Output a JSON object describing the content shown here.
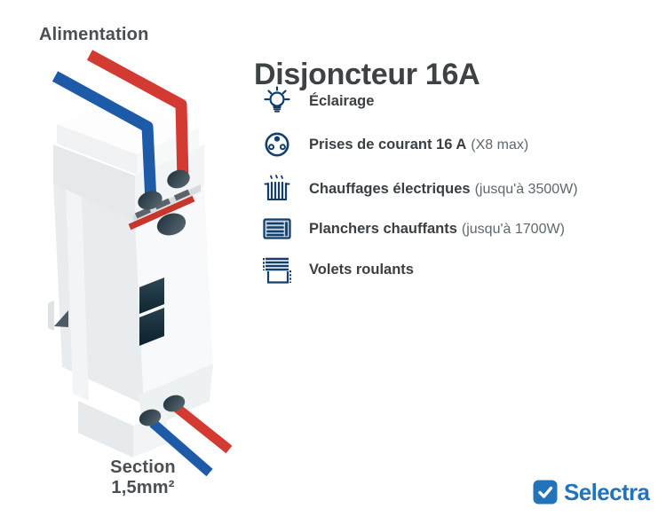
{
  "title": "Disjoncteur 16A",
  "diagram": {
    "top_label": "Alimentation",
    "bottom_label_line1": "Section",
    "bottom_label_line2": "1,5mm²",
    "subject": "isometric circuit breaker with supply wires",
    "wire_colors": {
      "phase_red": "#d33a32",
      "neutral_blue": "#1d5aa8"
    }
  },
  "list": {
    "items": [
      {
        "icon": "light-bulb-icon",
        "bold": "Éclairage",
        "note": ""
      },
      {
        "icon": "power-outlet-icon",
        "bold": "Prises de courant 16 A",
        "note": "(X8 max)"
      },
      {
        "icon": "radiator-icon",
        "bold": "Chauffages électriques",
        "note": "(jusqu'à 3500W)"
      },
      {
        "icon": "floor-heating-icon",
        "bold": "Planchers chauffants",
        "note": "(jusqu'à 1700W)"
      },
      {
        "icon": "roller-shutter-icon",
        "bold": "Volets roulants",
        "note": ""
      }
    ]
  },
  "logo": {
    "text": "Selectra"
  },
  "colors": {
    "icon_navy": "#123e6b",
    "title_dark": "#3d4245",
    "note_gray": "#5f686e",
    "label_gray": "#494f54",
    "selectra_blue": "#2273ba",
    "stripe_red": "#c8352c"
  }
}
